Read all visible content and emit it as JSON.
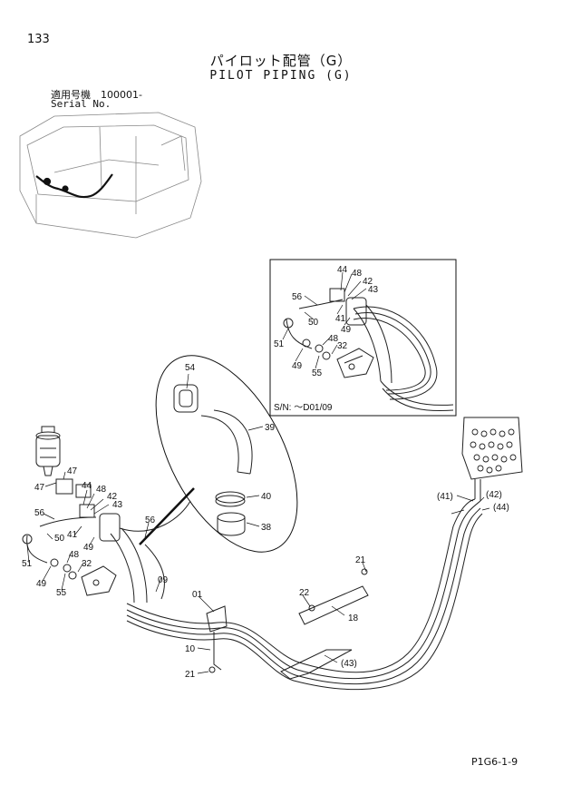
{
  "header": {
    "page_number": "133",
    "title_jp": "パイロット配管（G）",
    "title_en": "PILOT PIPING (G)",
    "serial_jp": "適用号機　100001-",
    "serial_en": "Serial No."
  },
  "inset": {
    "serial_note": "S/N: ～D01/09",
    "callouts": [
      "44",
      "48",
      "42",
      "43",
      "56",
      "50",
      "41",
      "49",
      "51",
      "48",
      "32",
      "49",
      "55"
    ]
  },
  "detail": {
    "callouts": [
      "54",
      "39",
      "40",
      "38"
    ]
  },
  "main": {
    "callouts": [
      "47",
      "47",
      "44",
      "48",
      "42",
      "43",
      "56",
      "50",
      "41",
      "49",
      "51",
      "48",
      "32",
      "49",
      "55",
      "56",
      "09",
      "01",
      "10",
      "21",
      "21",
      "22",
      "18",
      "(43)",
      "(41)",
      "(42)",
      "(44)"
    ]
  },
  "footer": {
    "page_code": "P1G6-1-9"
  }
}
